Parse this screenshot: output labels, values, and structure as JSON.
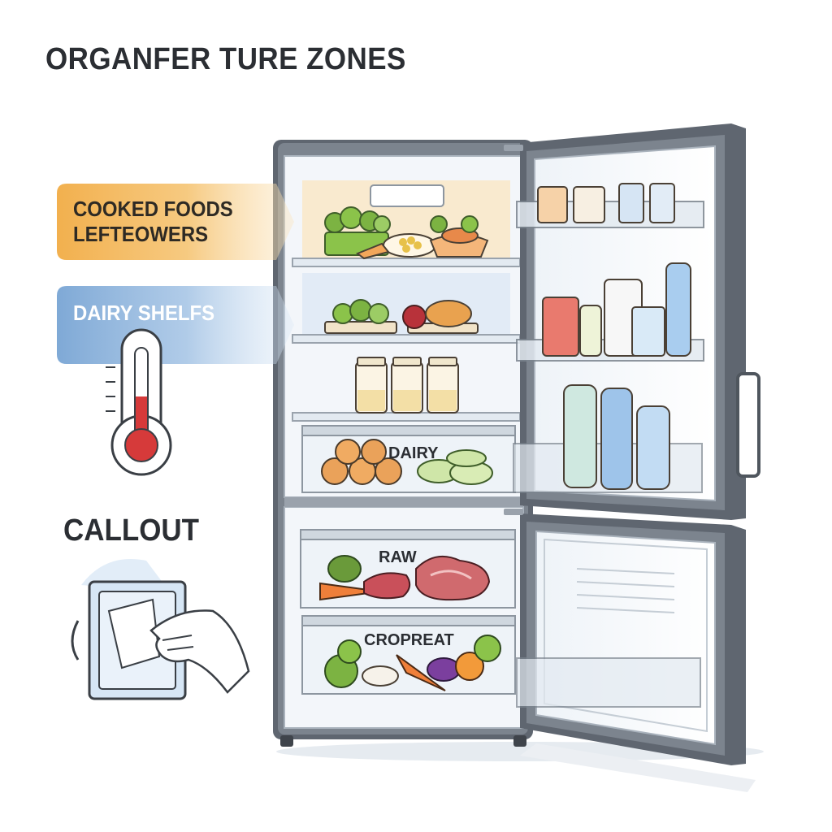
{
  "title": "ORGANFER TURE ZONES",
  "zones": {
    "cooked": {
      "line1": "COOKED FOODS",
      "line2": "LEFTEOWERS"
    },
    "dairy_shelf": "DAIRY SHELFS",
    "dairy_drawer": "DAIRY",
    "raw": "RAW",
    "produce": "CROPREAT"
  },
  "callout": "CALLOUT",
  "colors": {
    "cooked_band": "#f2b04e",
    "dairy_band": "#8fb7df",
    "fridge_body": "#5f6670",
    "interior": "#f3f6fa",
    "thermometer_fill": "#d63a3a"
  },
  "icons": [
    "thermometer-icon",
    "label-note-icon"
  ]
}
